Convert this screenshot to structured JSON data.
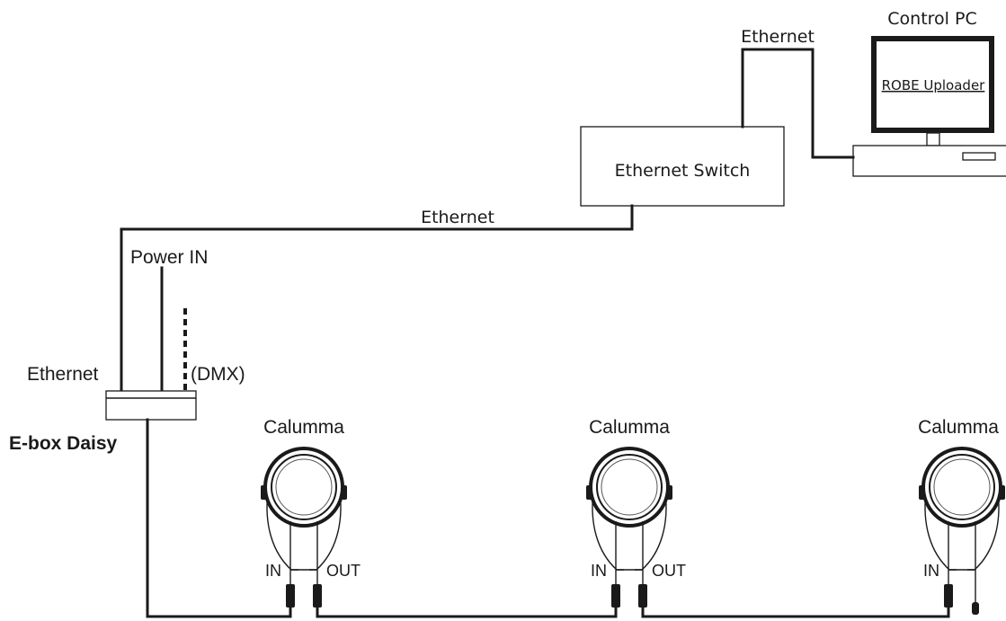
{
  "labels": {
    "control_pc": "Control PC",
    "uploader": "ROBE Uploader",
    "ethernet_top": "Ethernet",
    "ethernet_switch": "Ethernet Switch",
    "ethernet_mid": "Ethernet",
    "power_in": "Power IN",
    "ethernet_left": "Ethernet",
    "dmx": "(DMX)",
    "ebox": "E-box Daisy"
  },
  "fixtures": [
    {
      "name": "Calumma",
      "in_label": "IN",
      "out_label": "OUT"
    },
    {
      "name": "Calumma",
      "in_label": "IN",
      "out_label": "OUT"
    },
    {
      "name": "Calumma",
      "in_label": "IN"
    }
  ]
}
